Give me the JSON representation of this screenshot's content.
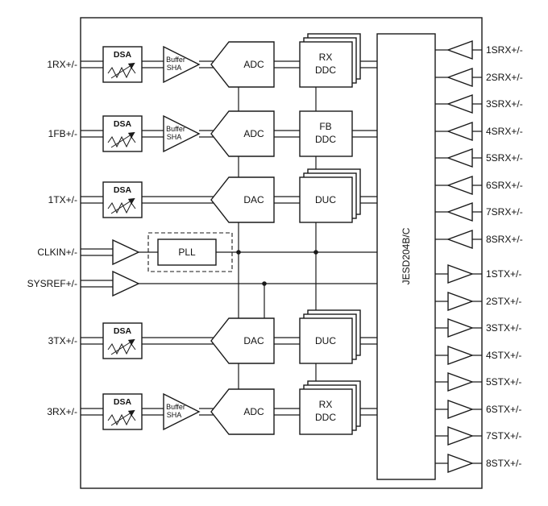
{
  "diagram": {
    "left_pins": [
      "1RX+/-",
      "1FB+/-",
      "1TX+/-",
      "CLKIN+/-",
      "SYSREF+/-",
      "3TX+/-",
      "3RX+/-"
    ],
    "srx_pins": [
      "1SRX+/-",
      "2SRX+/-",
      "3SRX+/-",
      "4SRX+/-",
      "5SRX+/-",
      "6SRX+/-",
      "7SRX+/-",
      "8SRX+/-"
    ],
    "stx_pins": [
      "1STX+/-",
      "2STX+/-",
      "3STX+/-",
      "4STX+/-",
      "5STX+/-",
      "6STX+/-",
      "7STX+/-",
      "8STX+/-"
    ],
    "blocks": {
      "dsa": "DSA",
      "buffer_line1": "Buffer",
      "buffer_line2": "SHA",
      "adc": "ADC",
      "dac": "DAC",
      "rx": "RX",
      "fb": "FB",
      "ddc": "DDC",
      "duc": "DUC",
      "pll": "PLL",
      "jesd": "JESD204B/C"
    },
    "colors": {
      "line": "#1a1a1a",
      "background": "#ffffff"
    }
  }
}
